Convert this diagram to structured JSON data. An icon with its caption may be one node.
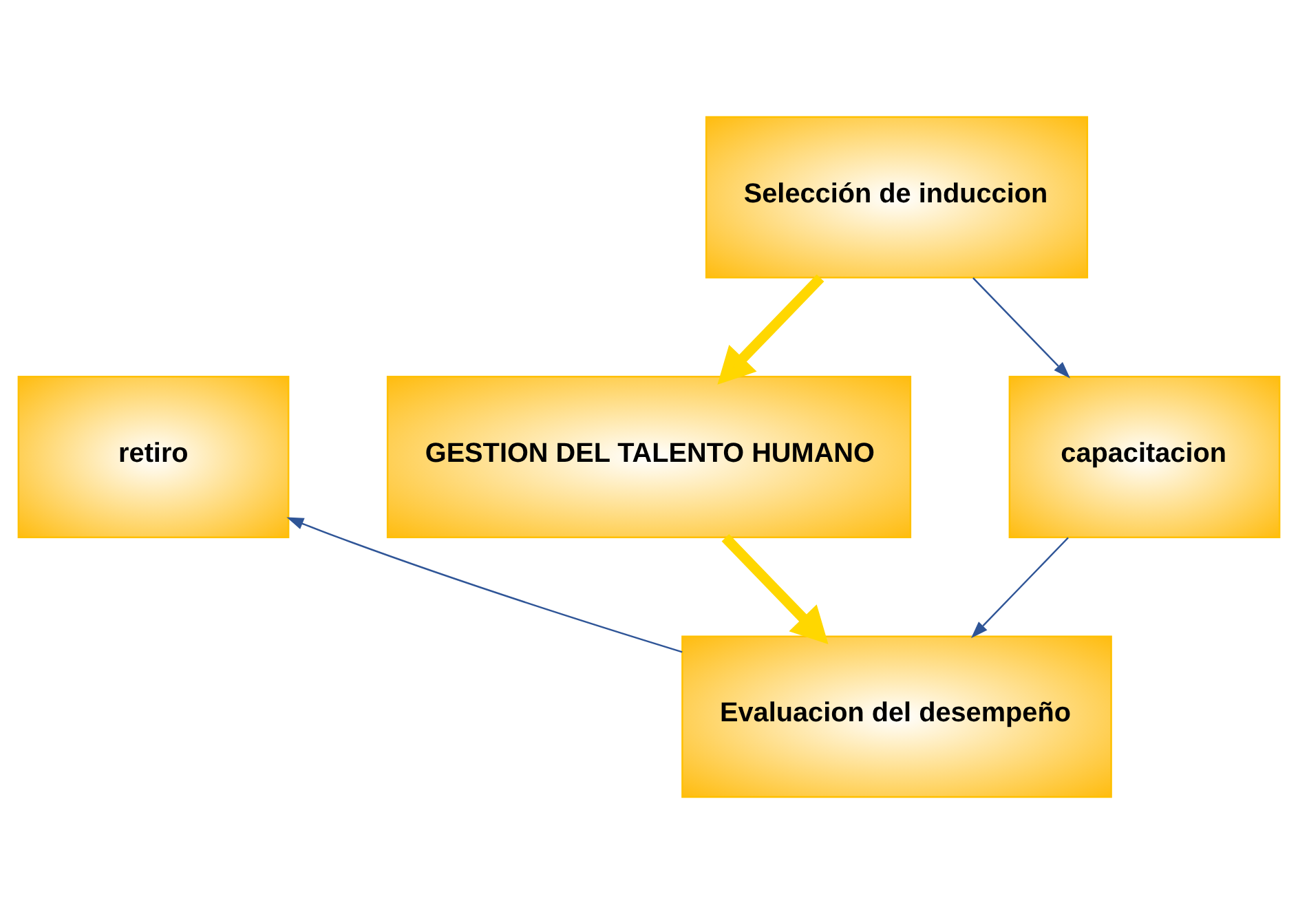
{
  "diagram": {
    "nodes": [
      {
        "text": [
          "Selección de induccion"
        ]
      },
      {
        "text": [
          "retiro"
        ]
      },
      {
        "text": [
          "GESTION DEL TALENTO HUMANO"
        ]
      },
      {
        "text": [
          "capacitacion"
        ]
      },
      {
        "text": [
          "Evaluacion del desempeño"
        ]
      }
    ],
    "edges": [
      {
        "from": 0,
        "to": 2,
        "arrow": "to",
        "style": "thick",
        "color": "#ffd700"
      },
      {
        "from": 2,
        "to": 4,
        "arrow": "to",
        "style": "thick",
        "color": "#ffd700"
      },
      {
        "from": 0,
        "to": 3,
        "arrow": "to"
      },
      {
        "from": 3,
        "to": 4,
        "arrow": "to"
      },
      {
        "from": 4,
        "to": 1,
        "arrow": "to"
      }
    ]
  }
}
